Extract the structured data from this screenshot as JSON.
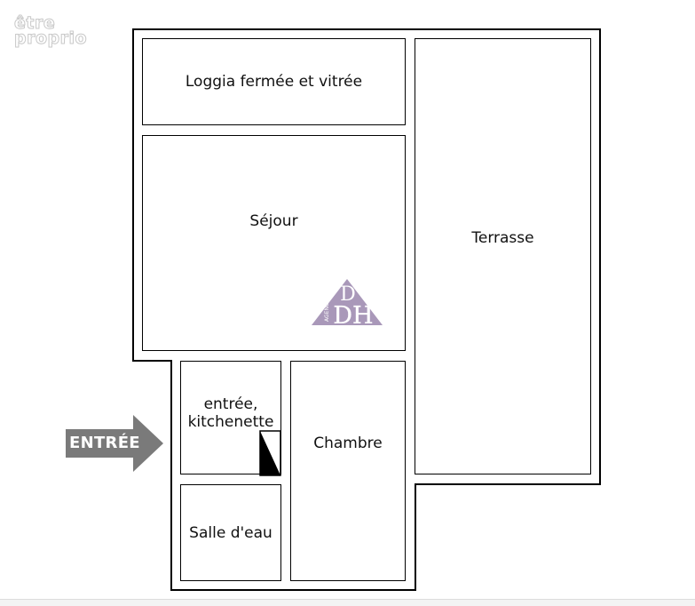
{
  "watermark": {
    "line1": "être",
    "line2": "proprio"
  },
  "agency_logo": {
    "initials": "DH",
    "side_text": "AGENCE"
  },
  "rooms": {
    "loggia": "Loggia fermée et vitrée",
    "sejour": "Séjour",
    "terrasse": "Terrasse",
    "entree_kitchenette": "entrée,\nkitchenette",
    "chambre": "Chambre",
    "salle_deau": "Salle d'eau"
  },
  "entry_marker": {
    "label": "ENTRÉE"
  },
  "colors": {
    "walls": "#000000",
    "arrow": "#7a7a7a",
    "logo": "#9a86ad"
  }
}
